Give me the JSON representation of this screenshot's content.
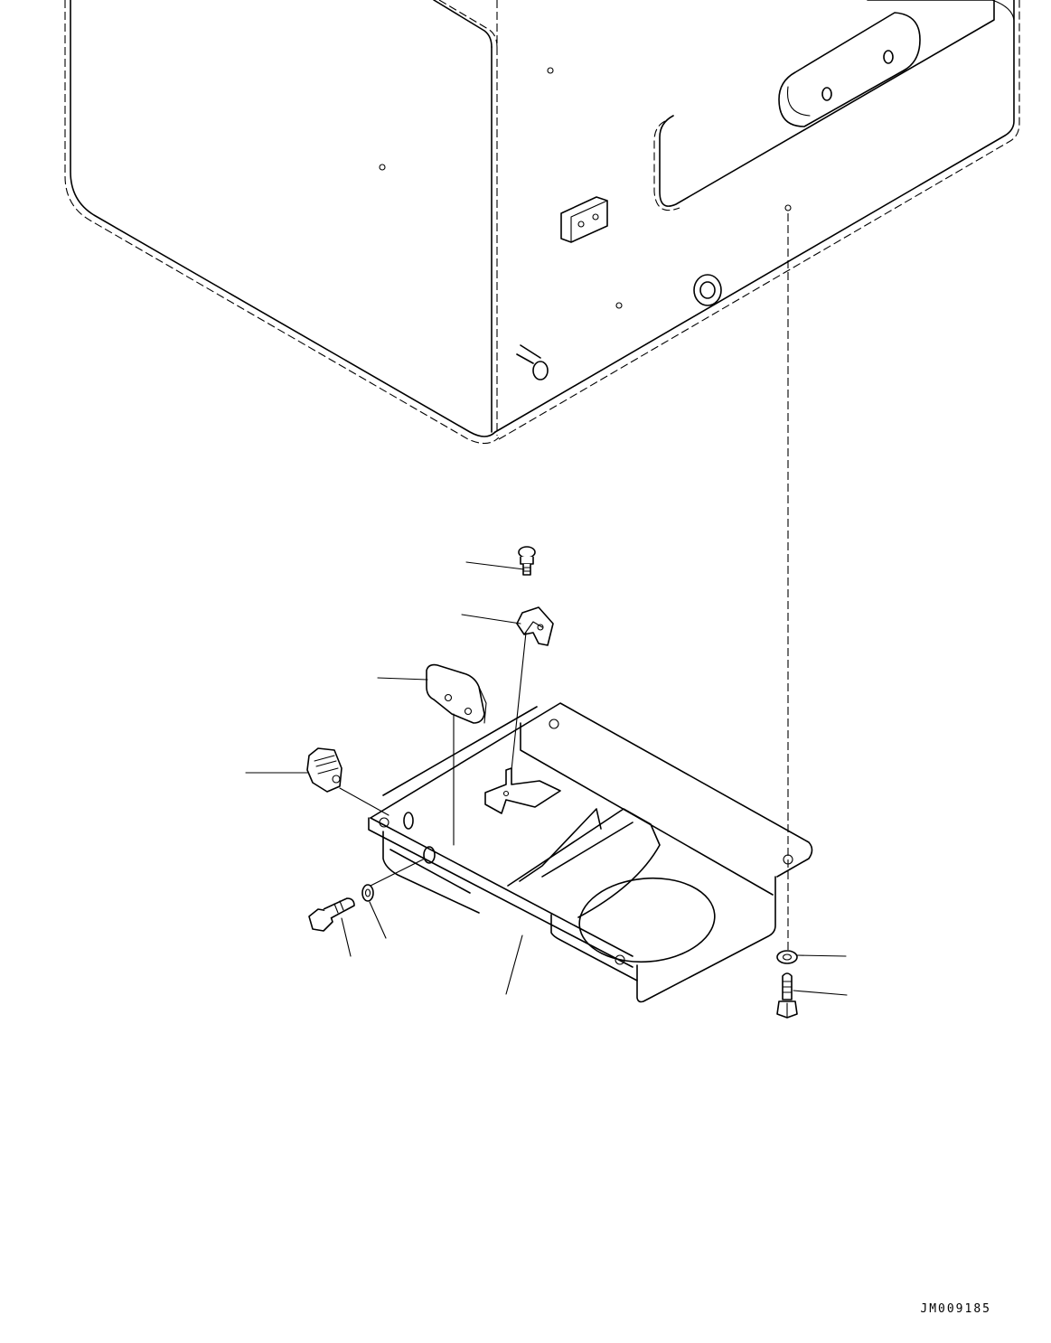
{
  "drawing": {
    "id": "JM009185",
    "components": [
      "cab-body-outline",
      "floor-tray",
      "upper-bolt",
      "upper-clip",
      "cover-bracket",
      "left-clip",
      "left-bolt",
      "left-washer",
      "right-washer",
      "right-bolt"
    ]
  }
}
